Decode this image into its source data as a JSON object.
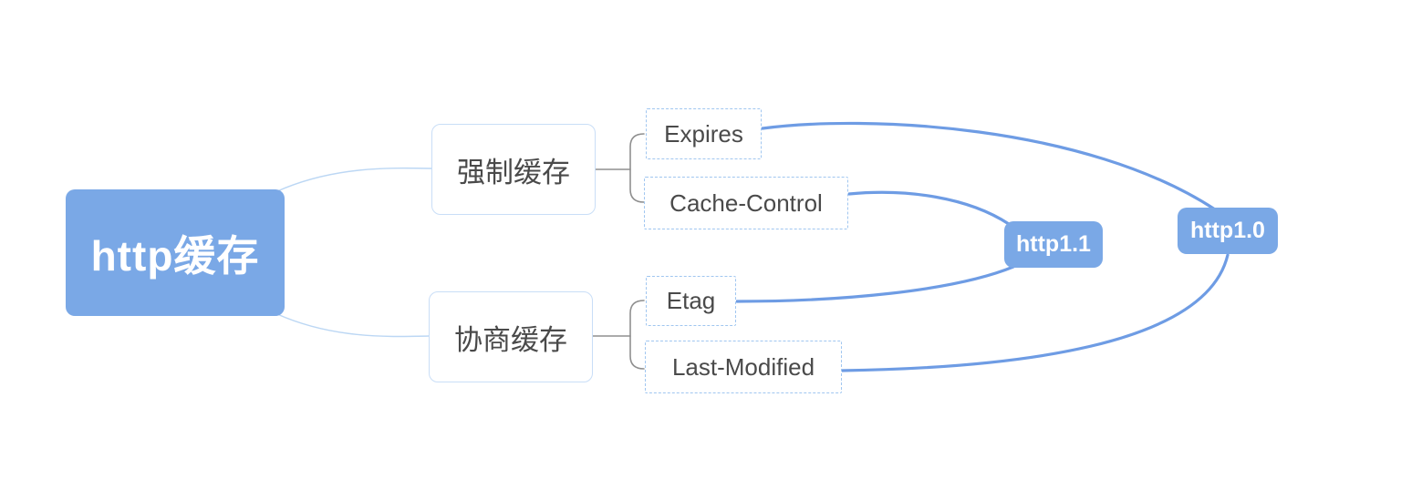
{
  "mindmap": {
    "root": {
      "label": "http缓存"
    },
    "branches": [
      {
        "label": "强制缓存",
        "children": [
          {
            "label": "Expires"
          },
          {
            "label": "Cache-Control"
          }
        ]
      },
      {
        "label": "协商缓存",
        "children": [
          {
            "label": "Etag"
          },
          {
            "label": "Last-Modified"
          }
        ]
      }
    ],
    "version_badges": [
      {
        "label": "http1.1",
        "links": [
          "Cache-Control",
          "Etag"
        ]
      },
      {
        "label": "http1.0",
        "links": [
          "Expires",
          "Last-Modified"
        ]
      }
    ],
    "colors": {
      "node_fill_blue": "#7AA8E6",
      "edge_blue": "#6E9CE4",
      "root_branch_edge": "#BCD7F4",
      "branch_border": "#C9DEF7",
      "dashed_border": "#A0C6F0",
      "connector_gray": "#8F8F8F",
      "text_dark": "#4A4A4A",
      "text_white": "#FFFFFF"
    }
  }
}
